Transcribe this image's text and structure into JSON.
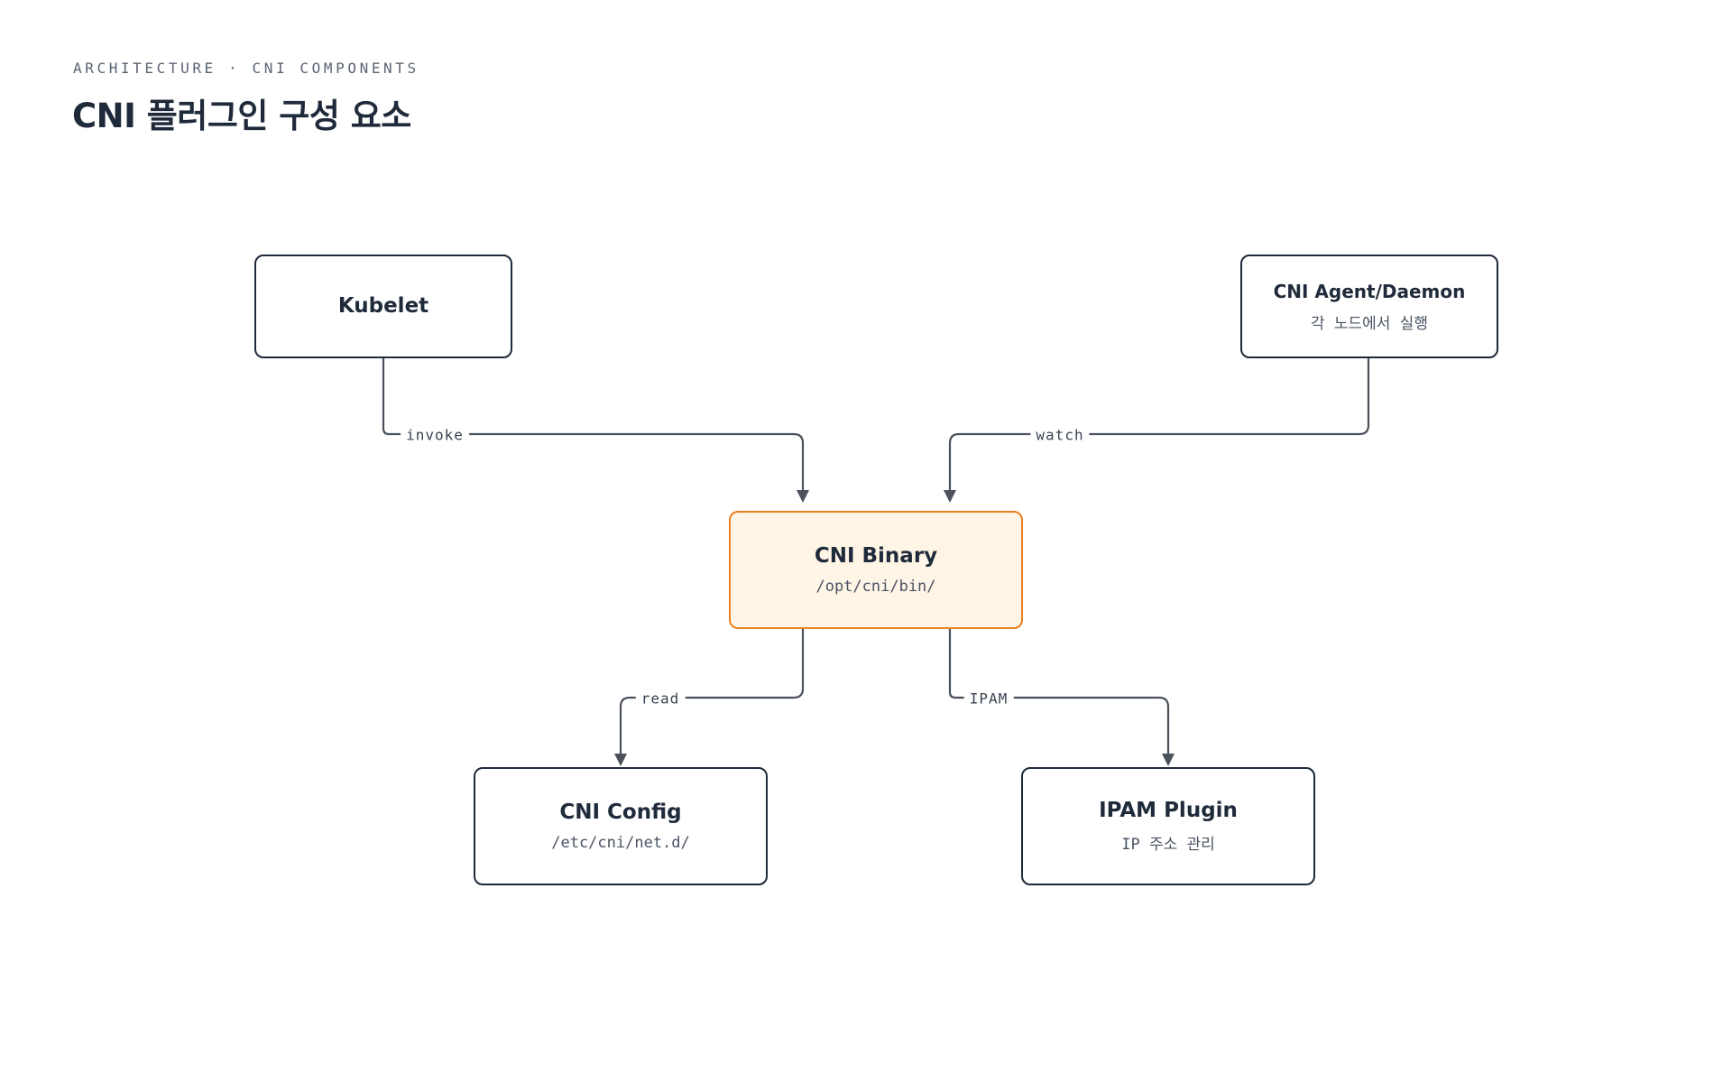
{
  "header": {
    "eyebrow": "ARCHITECTURE · CNI COMPONENTS",
    "title": "CNI 플러그인 구성 요소"
  },
  "nodes": {
    "kubelet": {
      "title": "Kubelet"
    },
    "agent": {
      "title": "CNI Agent/Daemon",
      "subtitle": "각 노드에서 실행"
    },
    "binary": {
      "title": "CNI Binary",
      "subtitle": "/opt/cni/bin/"
    },
    "config": {
      "title": "CNI Config",
      "subtitle": "/etc/cni/net.d/"
    },
    "ipam": {
      "title": "IPAM Plugin",
      "subtitle": "IP 주소 관리"
    }
  },
  "edges": {
    "invoke": "invoke",
    "watch": "watch",
    "read": "read",
    "ipam": "IPAM"
  },
  "colors": {
    "line": "#4b525c",
    "node_border": "#1f2a3a",
    "primary_border": "#e8801f",
    "primary_fill": "#fff5e6"
  }
}
